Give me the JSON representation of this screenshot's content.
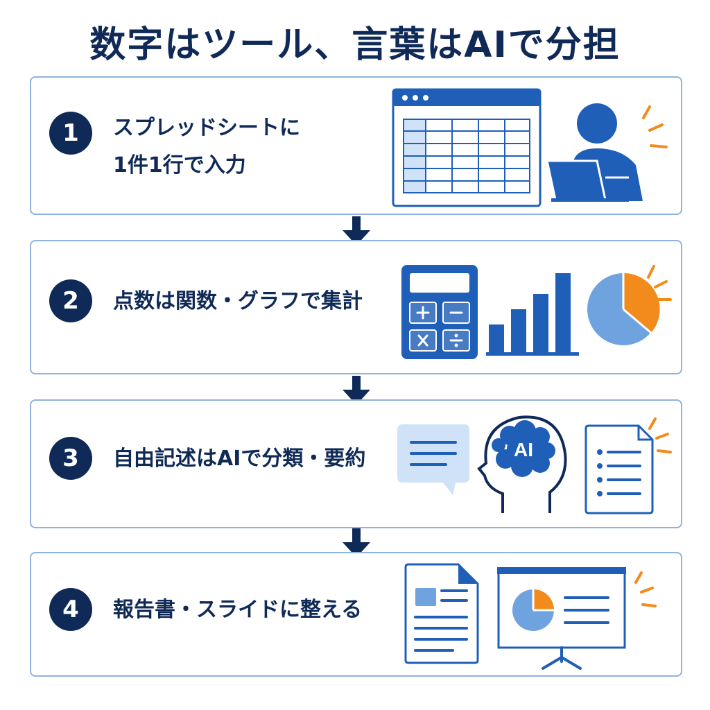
{
  "title": "数字はツール、言葉はAIで分担",
  "steps": [
    {
      "number": "1",
      "label_lines": [
        "スプレッドシートに",
        "1件1行で入力"
      ]
    },
    {
      "number": "2",
      "label_lines": [
        "点数は関数・グラフで集計"
      ]
    },
    {
      "number": "3",
      "label_lines": [
        "自由記述はAIで分類・要約"
      ]
    },
    {
      "number": "4",
      "label_lines": [
        "報告書・スライドに整える"
      ]
    }
  ],
  "icons": {
    "ai_head_text": "AI"
  },
  "colors": {
    "navy": "#0f2a57",
    "blue": "#1f5fb8",
    "light_blue": "#6fa3e0",
    "pale_blue": "#cfe2f7",
    "orange": "#f38b1c",
    "border": "#8fb3dd"
  }
}
